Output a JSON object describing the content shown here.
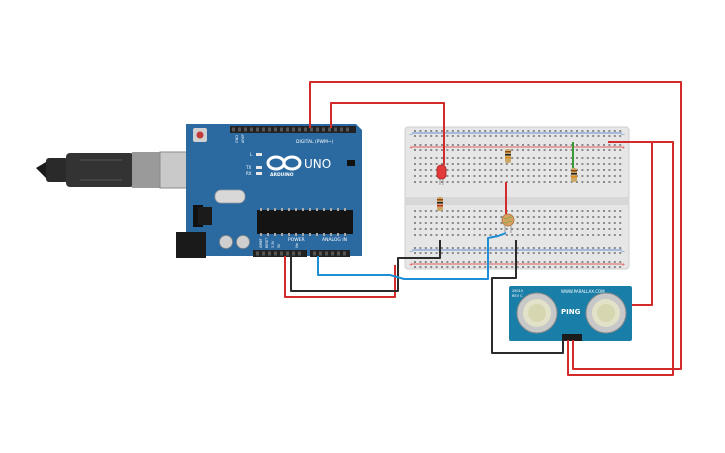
{
  "arduino": {
    "model": "UNO",
    "brand": "ARDUINO",
    "digital_label": "DIGITAL (PWM~)",
    "power_label": "POWER",
    "analog_label": "ANALOG IN",
    "tx_label": "TX",
    "rx_label": "RX",
    "l_label": "L",
    "aref_label": "AREF",
    "gnd_label": "GND",
    "ioref_label": "IOREF",
    "reset_label": "RESET",
    "v33_label": "3.3V",
    "v5_label": "5V",
    "vin_label": "Vin",
    "vin_short": "Vin"
  },
  "sensor": {
    "title": "PING",
    "brand": "WWW.PARALLAX.COM",
    "revision": "REV C",
    "code": "28015"
  },
  "colors": {
    "board": "#2b6aa1",
    "breadboard": "#e6e6e6",
    "wire_red": "#d32a2a",
    "wire_black": "#2b2b2b",
    "wire_blue": "#1e8fd6",
    "wire_green": "#3a9a3a",
    "sensor_board": "#1a7fa8"
  }
}
